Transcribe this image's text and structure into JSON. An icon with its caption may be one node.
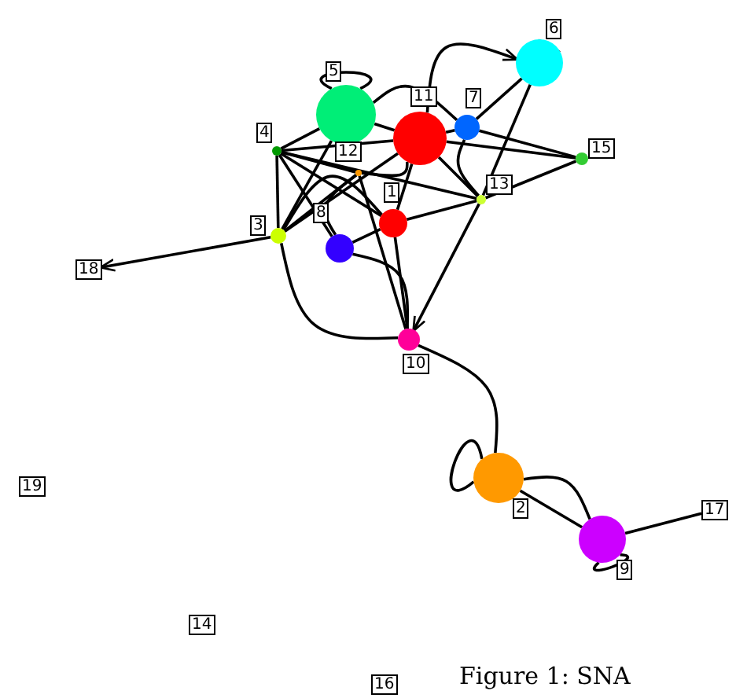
{
  "diagram": {
    "caption": "Figure 1: SNA",
    "nodes": [
      {
        "text": [
          "1"
        ]
      },
      {
        "text": [
          "2"
        ]
      },
      {
        "text": [
          "3"
        ]
      },
      {
        "text": [
          "4"
        ]
      },
      {
        "text": [
          "5"
        ]
      },
      {
        "text": [
          "6"
        ]
      },
      {
        "text": [
          "7"
        ]
      },
      {
        "text": [
          "8"
        ]
      },
      {
        "text": [
          "9"
        ]
      },
      {
        "text": [
          "10"
        ]
      },
      {
        "text": [
          "11"
        ]
      },
      {
        "text": [
          "12"
        ]
      },
      {
        "text": [
          "13"
        ]
      },
      {
        "text": [
          "14"
        ]
      },
      {
        "text": [
          "15"
        ]
      },
      {
        "text": [
          "16"
        ]
      },
      {
        "text": [
          "17"
        ]
      },
      {
        "text": [
          "18"
        ]
      },
      {
        "text": [
          "19"
        ]
      }
    ],
    "edges": [
      {
        "from": 2,
        "to": 17,
        "arrow": "to"
      },
      {
        "from": 9,
        "to": 1,
        "arrow": "none"
      },
      {
        "from": 1,
        "to": 8,
        "arrow": "none"
      },
      {
        "from": 8,
        "to": 1,
        "arrow": "none"
      },
      {
        "from": 8,
        "to": 16,
        "arrow": "none"
      },
      {
        "from": 4,
        "to": 4,
        "arrow": "none"
      },
      {
        "from": 5,
        "to": 5,
        "arrow": "none"
      },
      {
        "from": 1,
        "to": 1,
        "arrow": "none"
      },
      {
        "from": 8,
        "to": 8,
        "arrow": "none"
      },
      {
        "from": 10,
        "to": 5,
        "arrow": "to"
      },
      {
        "from": 6,
        "to": 5,
        "arrow": "none"
      },
      {
        "from": 5,
        "to": 12,
        "arrow": "none"
      },
      {
        "from": 14,
        "to": 12,
        "arrow": "none"
      },
      {
        "from": 14,
        "to": 6,
        "arrow": "none"
      },
      {
        "from": 14,
        "to": 10,
        "arrow": "none"
      },
      {
        "from": 12,
        "to": 9,
        "arrow": "to"
      },
      {
        "from": 2,
        "to": 9,
        "arrow": "none"
      },
      {
        "from": 7,
        "to": 9,
        "arrow": "none"
      },
      {
        "from": 0,
        "to": 9,
        "arrow": "none"
      },
      {
        "from": 11,
        "to": 9,
        "arrow": "none"
      },
      {
        "from": 3,
        "to": 2,
        "arrow": "none"
      },
      {
        "from": 3,
        "to": 4,
        "arrow": "none"
      },
      {
        "from": 3,
        "to": 10,
        "arrow": "none"
      },
      {
        "from": 3,
        "to": 11,
        "arrow": "none"
      },
      {
        "from": 3,
        "to": 7,
        "arrow": "none"
      },
      {
        "from": 3,
        "to": 0,
        "arrow": "none"
      },
      {
        "from": 3,
        "to": 12,
        "arrow": "none"
      },
      {
        "from": 2,
        "to": 4,
        "arrow": "none"
      },
      {
        "from": 2,
        "to": 11,
        "arrow": "none"
      },
      {
        "from": 2,
        "to": 0,
        "arrow": "none"
      },
      {
        "from": 2,
        "to": 10,
        "arrow": "none"
      },
      {
        "from": 7,
        "to": 11,
        "arrow": "none"
      },
      {
        "from": 7,
        "to": 0,
        "arrow": "none"
      },
      {
        "from": 4,
        "to": 10,
        "arrow": "none"
      },
      {
        "from": 4,
        "to": 6,
        "arrow": "none"
      },
      {
        "from": 10,
        "to": 6,
        "arrow": "none"
      },
      {
        "from": 10,
        "to": 12,
        "arrow": "none"
      },
      {
        "from": 0,
        "to": 10,
        "arrow": "none"
      },
      {
        "from": 11,
        "to": 10,
        "arrow": "none"
      },
      {
        "from": 0,
        "to": 12,
        "arrow": "none"
      },
      {
        "from": 6,
        "to": 12,
        "arrow": "none"
      }
    ]
  }
}
